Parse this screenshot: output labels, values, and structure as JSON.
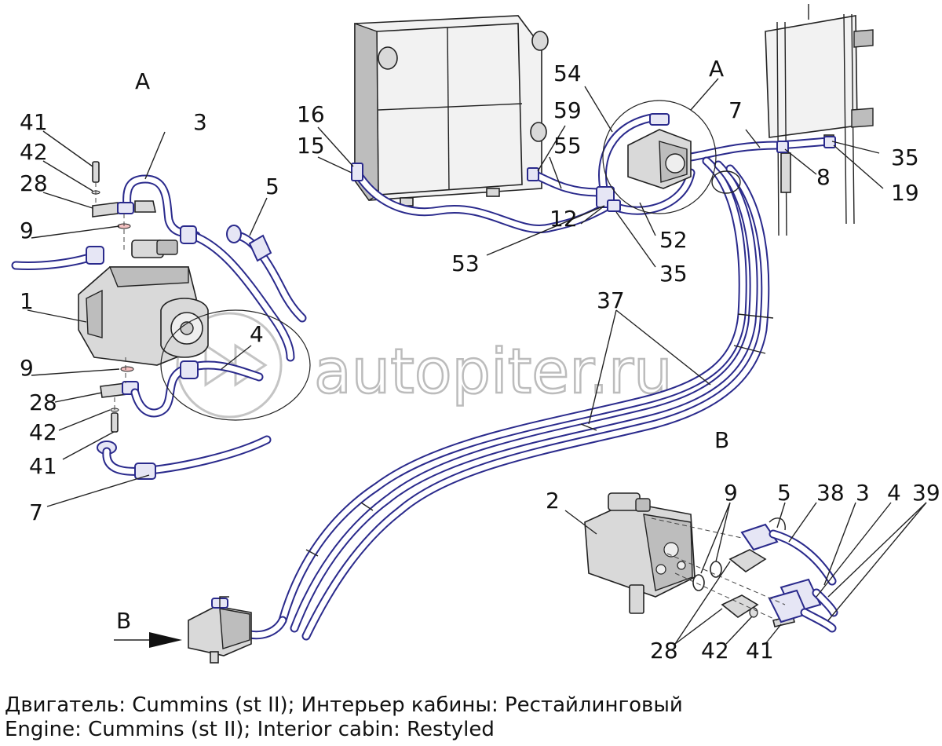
{
  "views": {
    "detail_a_left": "A",
    "detail_a_circle": "A",
    "view_b_top": "B",
    "view_b_arrow": "B"
  },
  "labels": {
    "p41a": "41",
    "p42a": "42",
    "p28a": "28",
    "p3a": "3",
    "p5a": "5",
    "p9a": "9",
    "p1": "1",
    "p4a": "4",
    "p9b": "9",
    "p28b": "28",
    "p42b": "42",
    "p41b": "41",
    "p7a": "7",
    "p16": "16",
    "p15": "15",
    "p54": "54",
    "p59": "59",
    "p55": "55",
    "p12": "12",
    "p53": "53",
    "p52": "52",
    "p35a": "35",
    "p7b": "7",
    "p8": "8",
    "p35b": "35",
    "p19": "19",
    "p37": "37",
    "p2": "2",
    "p9c": "9",
    "p5b": "5",
    "p38": "38",
    "p3b": "3",
    "p4b": "4",
    "p39": "39",
    "p28c": "28",
    "p42c": "42",
    "p41c": "41"
  },
  "watermark": "autopiter.ru",
  "caption": {
    "ru": "Двигатель: Cummins (st II); Интерьер кабины: Рестайлинговый",
    "en": "Engine: Cummins (st II); Interior cabin: Restyled"
  }
}
